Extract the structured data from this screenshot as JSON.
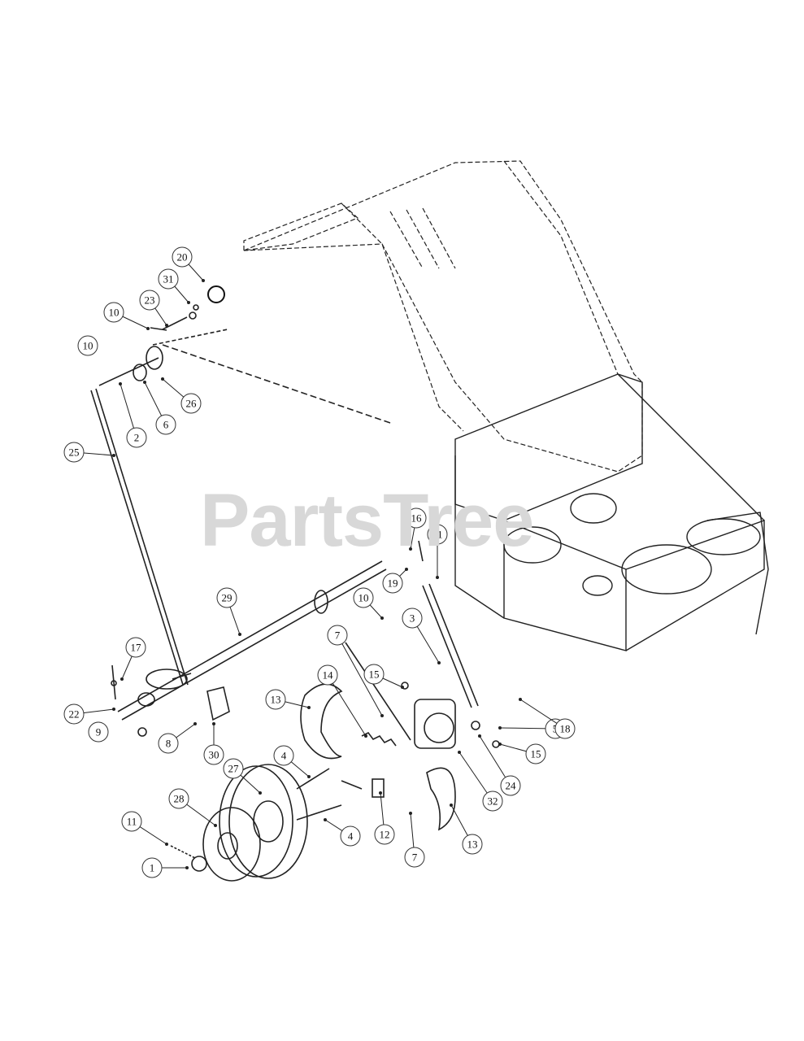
{
  "watermark": "PartsTree",
  "callouts": [
    {
      "id": "c20",
      "label": "20"
    },
    {
      "id": "c31",
      "label": "31"
    },
    {
      "id": "c23",
      "label": "23"
    },
    {
      "id": "c10a",
      "label": "10"
    },
    {
      "id": "c10b",
      "label": "10"
    },
    {
      "id": "c26",
      "label": "26"
    },
    {
      "id": "c6",
      "label": "6"
    },
    {
      "id": "c2",
      "label": "2"
    },
    {
      "id": "c25",
      "label": "25"
    },
    {
      "id": "c16",
      "label": "16"
    },
    {
      "id": "c21",
      "label": "21"
    },
    {
      "id": "c19",
      "label": "19"
    },
    {
      "id": "c10c",
      "label": "10"
    },
    {
      "id": "c3",
      "label": "3"
    },
    {
      "id": "c29",
      "label": "29"
    },
    {
      "id": "c7a",
      "label": "7"
    },
    {
      "id": "c15a",
      "label": "15"
    },
    {
      "id": "c14",
      "label": "14"
    },
    {
      "id": "c13a",
      "label": "13"
    },
    {
      "id": "c17",
      "label": "17"
    },
    {
      "id": "c22",
      "label": "22"
    },
    {
      "id": "c9",
      "label": "9"
    },
    {
      "id": "c8",
      "label": "8"
    },
    {
      "id": "c30",
      "label": "30"
    },
    {
      "id": "c27",
      "label": "27"
    },
    {
      "id": "c4a",
      "label": "4"
    },
    {
      "id": "c28",
      "label": "28"
    },
    {
      "id": "c11",
      "label": "11"
    },
    {
      "id": "c1",
      "label": "1"
    },
    {
      "id": "c4b",
      "label": "4"
    },
    {
      "id": "c12",
      "label": "12"
    },
    {
      "id": "c7b",
      "label": "7"
    },
    {
      "id": "c13b",
      "label": "13"
    },
    {
      "id": "c32",
      "label": "32"
    },
    {
      "id": "c24",
      "label": "24"
    },
    {
      "id": "c15b",
      "label": "15"
    },
    {
      "id": "c5",
      "label": "5"
    },
    {
      "id": "c18",
      "label": "18"
    }
  ]
}
